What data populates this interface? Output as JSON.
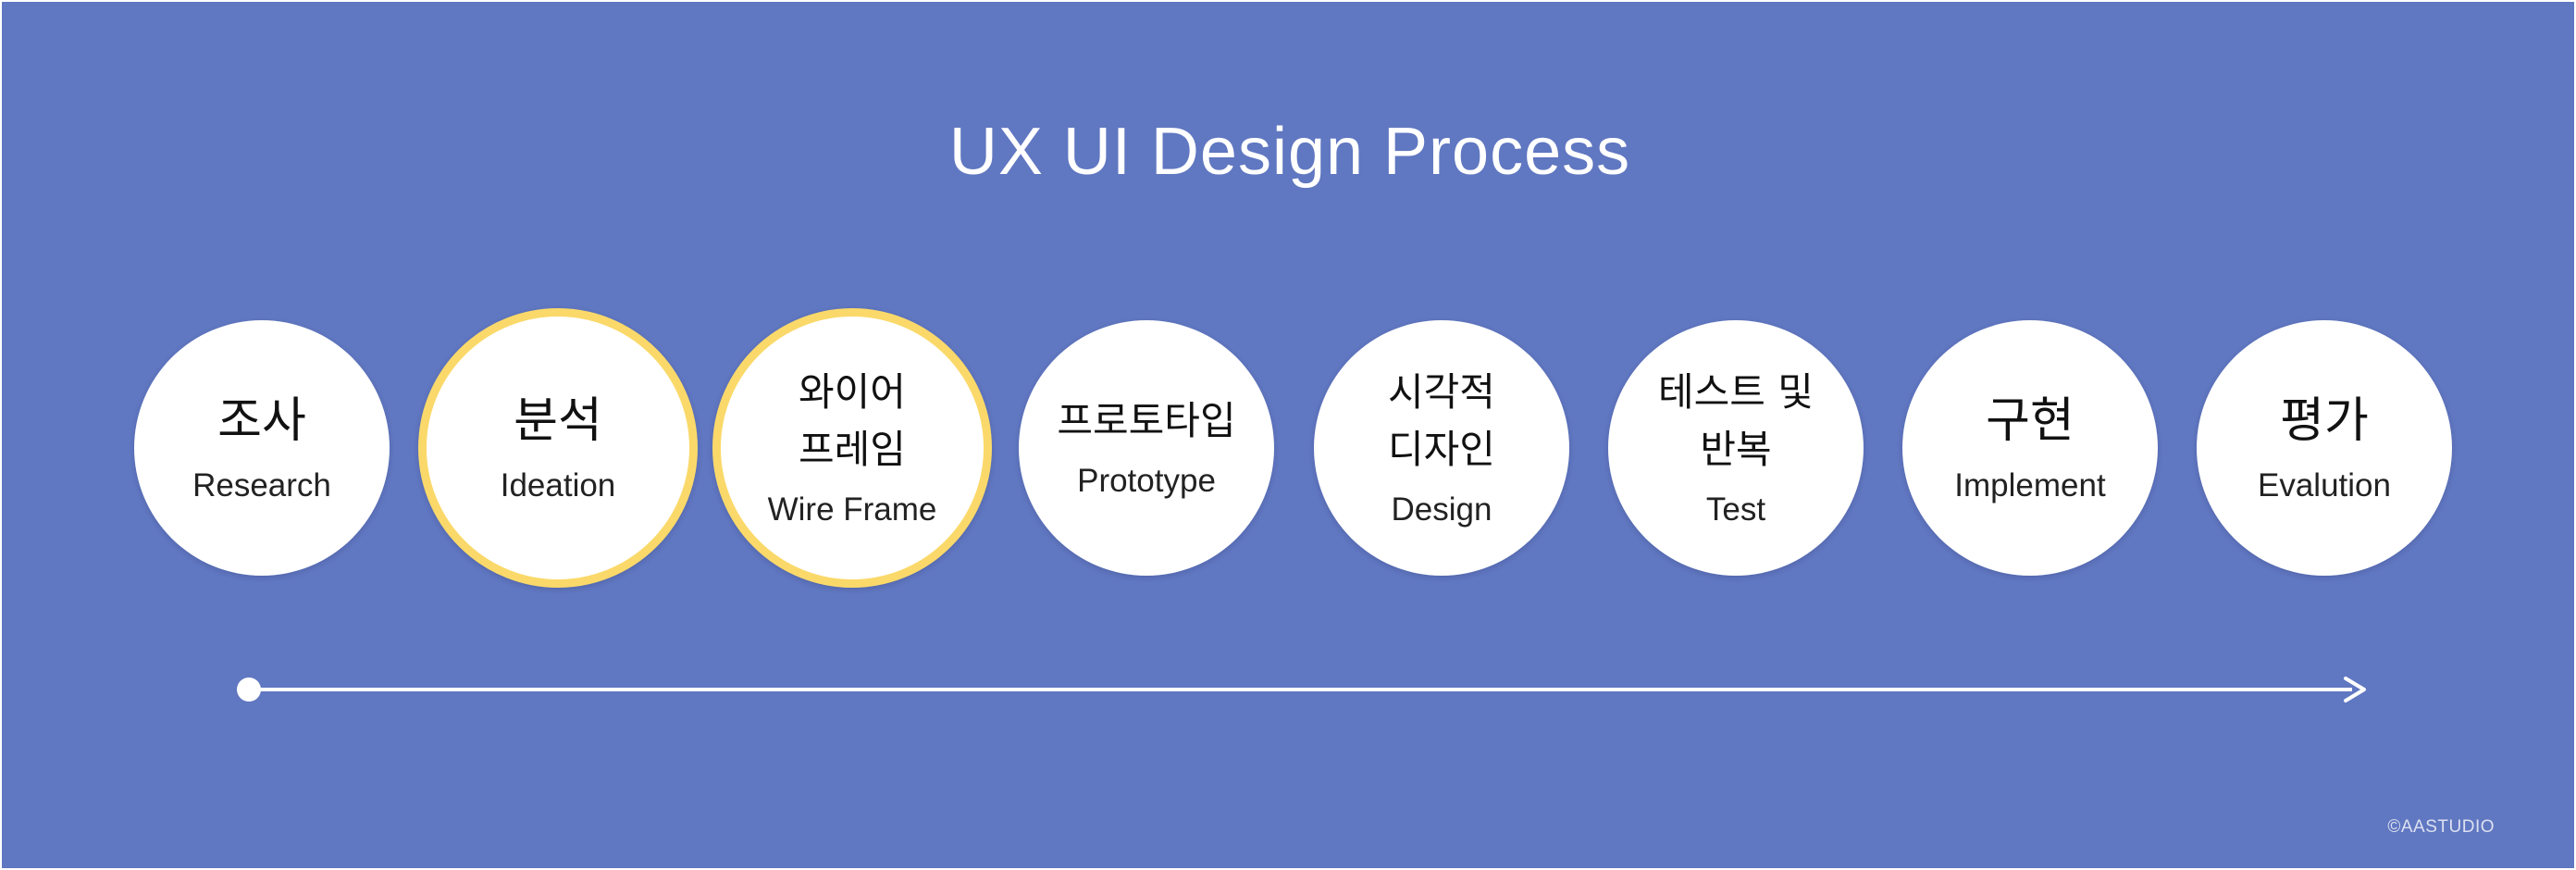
{
  "title": "UX UI Design Process",
  "steps": [
    {
      "kr": "조사",
      "en": "Research",
      "highlighted": false
    },
    {
      "kr": "분석",
      "en": "Ideation",
      "highlighted": true
    },
    {
      "kr": "와이어\n프레임",
      "en": "Wire Frame",
      "highlighted": true
    },
    {
      "kr": "프로토타입",
      "en": "Prototype",
      "highlighted": false
    },
    {
      "kr": "시각적\n디자인",
      "en": "Design",
      "highlighted": false
    },
    {
      "kr": "테스트 및\n반복",
      "en": "Test",
      "highlighted": false
    },
    {
      "kr": "구현",
      "en": "Implement",
      "highlighted": false
    },
    {
      "kr": "평가",
      "en": "Evalution",
      "highlighted": false
    }
  ],
  "copyright": "©AASTUDIO",
  "colors": {
    "background": "#6077C1",
    "circle": "#FFFFFF",
    "highlight_ring": "#FAD96A",
    "text_on_background": "#FFFFFF"
  },
  "icons": {
    "timeline_start": "dot-icon",
    "timeline_end": "arrow-right-icon"
  }
}
